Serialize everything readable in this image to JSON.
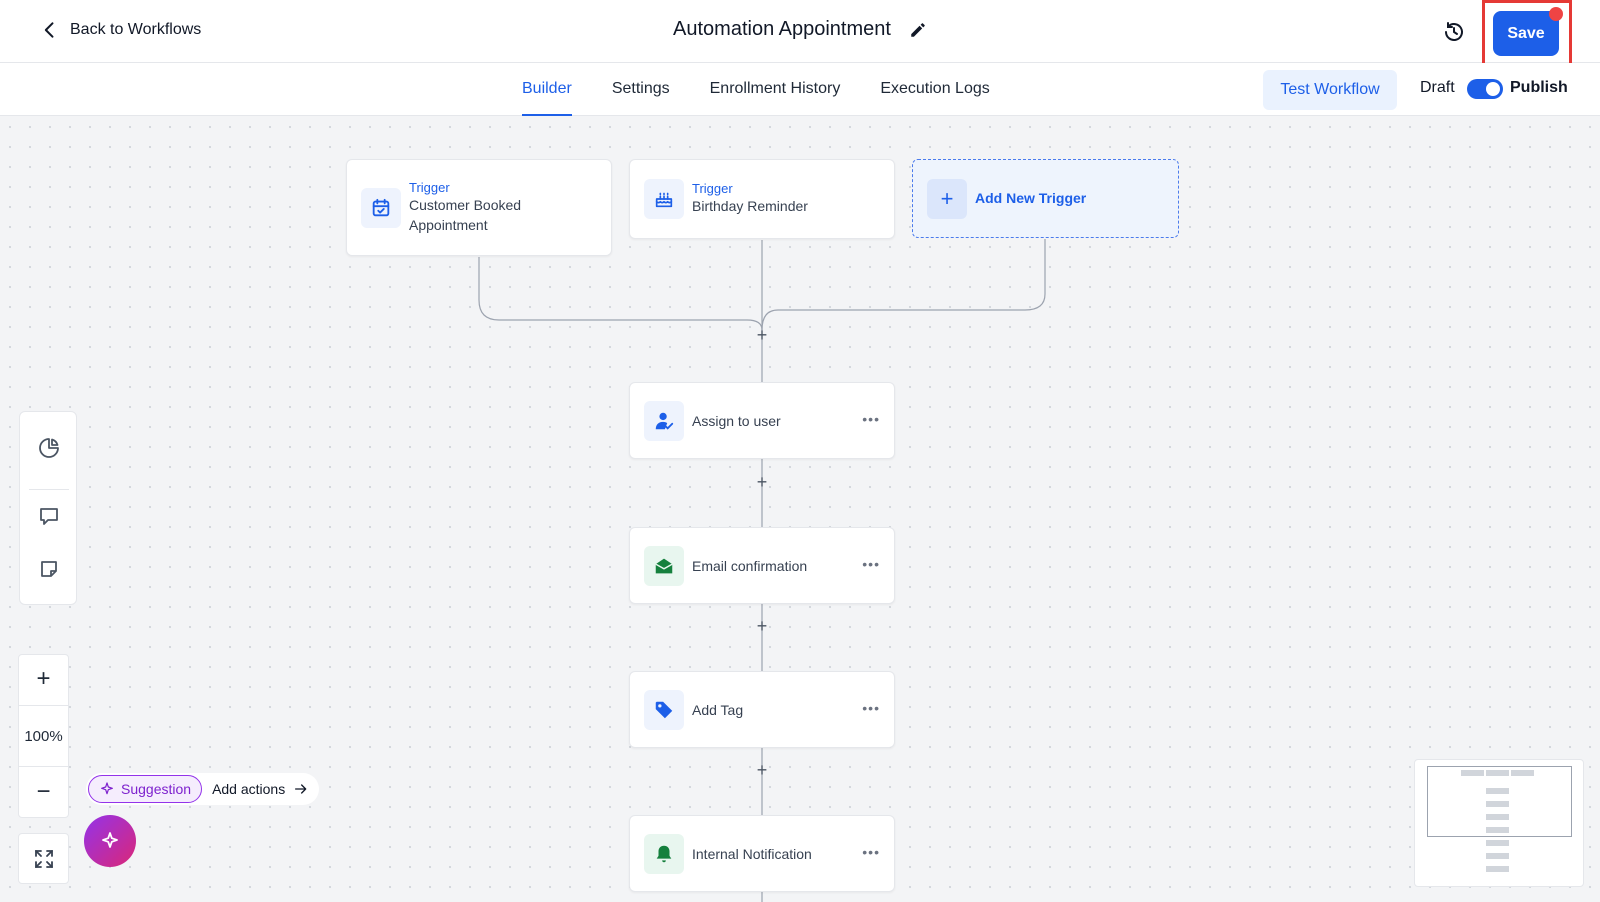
{
  "header": {
    "back_label": "Back to Workflows",
    "title": "Automation Appointment",
    "save_label": "Save"
  },
  "tabs": [
    {
      "label": "Builder",
      "active": true
    },
    {
      "label": "Settings",
      "active": false
    },
    {
      "label": "Enrollment History",
      "active": false
    },
    {
      "label": "Execution Logs",
      "active": false
    }
  ],
  "toolbar": {
    "test_label": "Test Workflow",
    "draft_label": "Draft",
    "publish_label": "Publish",
    "published": true
  },
  "triggers": [
    {
      "label": "Trigger",
      "text": "Customer Booked Appointment",
      "icon": "calendar-check-icon"
    },
    {
      "label": "Trigger",
      "text": "Birthday Reminder",
      "icon": "birthday-cake-icon"
    }
  ],
  "add_trigger_label": "Add New Trigger",
  "actions": [
    {
      "label": "Assign to user",
      "icon": "assign-user-icon"
    },
    {
      "label": "Email confirmation",
      "icon": "email-icon"
    },
    {
      "label": "Add Tag",
      "icon": "tag-icon"
    },
    {
      "label": "Internal Notification",
      "icon": "bell-icon"
    }
  ],
  "zoom": {
    "level": "100%"
  },
  "suggestion": {
    "pill_label": "Suggestion",
    "action_label": "Add actions"
  },
  "colors": {
    "accent": "#1d5fe8",
    "highlight": "#e53935",
    "suggestion": "#7e22ce"
  }
}
